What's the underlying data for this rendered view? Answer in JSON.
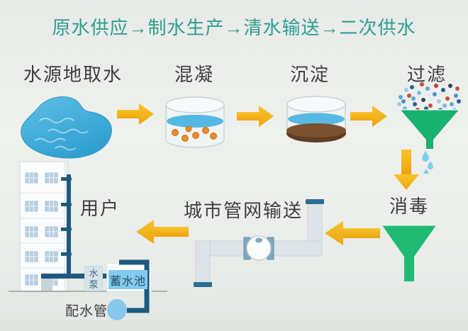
{
  "title": {
    "text": "原水供应→制水生产→清水输送→二次供水"
  },
  "stages": {
    "intake": "水源地取水",
    "coagulation": "混凝",
    "sedimentation": "沉淀",
    "filtration": "过滤",
    "disinfection": "消毒",
    "distribution": "城市管网输送",
    "users": "用户"
  },
  "facilities": {
    "pump": "水泵",
    "reservoir": "蓄水池",
    "distribution_pipe": "配水管"
  },
  "colors": {
    "title_teal": "#2F9D91",
    "label_dark": "#3E3E3E",
    "arrow_yellow": "#F5B41C",
    "lake_blue": "#45B3E0",
    "water_blue": "#57B9E4",
    "floc_orange": "#EC8C2B",
    "sediment_brown": "#6B4327",
    "funnel_green": "#1CB473",
    "pipe_gray": "#DDE4E8",
    "dark_pipe_blue": "#1D5A7D",
    "reservoir_blue": "#82CBF0"
  }
}
